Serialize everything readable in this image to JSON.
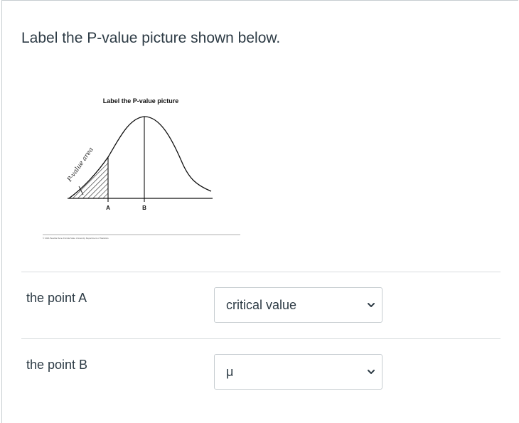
{
  "question": {
    "text": "Label the P-value picture shown below."
  },
  "figure": {
    "title": "Label the P-value picture",
    "handwritten_label": "P-value area",
    "point_a": "A",
    "point_b": "B",
    "copyright": "© 2021 Beatha Rene Florida State University Department of Statistics"
  },
  "items": [
    {
      "label": "the point A",
      "selected": "critical value"
    },
    {
      "label": "the point B",
      "selected": "μ"
    }
  ],
  "icons": {
    "dropdown": "chevron-down-icon"
  }
}
